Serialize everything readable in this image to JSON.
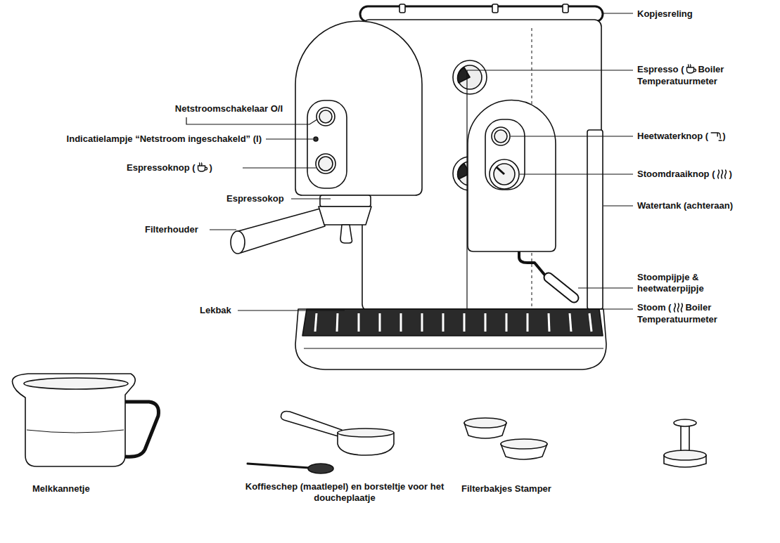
{
  "diagram": {
    "labels": [
      "Kopjesreling",
      "Espresso (",
      "Boiler",
      "Temperatuurmeter",
      "Netstroomschakelaar O/I",
      "Indicatielampje “Netstroom ingeschakeld” (I)",
      "Heetwaterknop (",
      ")",
      "Espressoknop (",
      ")",
      "Stoomdraaiknop (",
      ")",
      "Espressokop",
      "Watertank (achteraan)",
      "Filterhouder",
      "Stoompijpje & heetwaterpijpje",
      "Lekbak",
      "Stoom (",
      "Boiler",
      "Temperatuurmeter",
      "Melkkannetje",
      "Koffieschep (maatlepel) en borsteltje voor het doucheplaatje",
      "Filterbakjes Stamper"
    ]
  }
}
